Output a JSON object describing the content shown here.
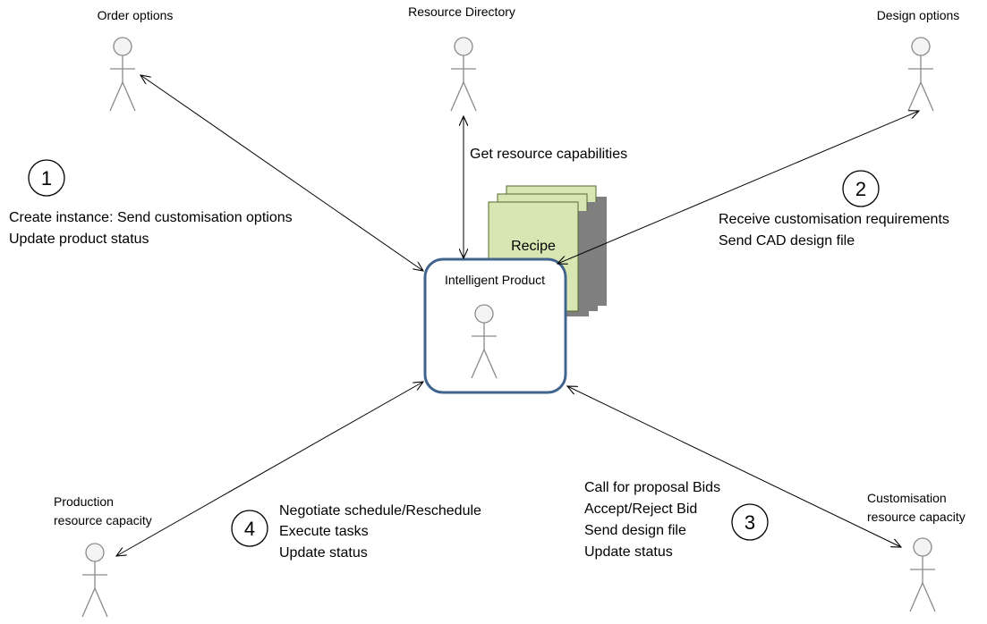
{
  "actors": {
    "order_options": "Order options",
    "resource_directory": "Resource Directory",
    "design_options": "Design options",
    "production_line1": "Production",
    "production_line2": "resource capacity",
    "customisation_line1": "Customisation",
    "customisation_line2": "resource capacity",
    "intelligent_product": "Intelligent Product"
  },
  "recipe_label": "Recipe",
  "steps": {
    "step1": {
      "number": "1",
      "lines": [
        "Create instance: Send customisation options",
        "Update product status"
      ]
    },
    "step2": {
      "number": "2",
      "lines": [
        "Receive customisation requirements",
        "Send CAD design file"
      ]
    },
    "step3": {
      "number": "3",
      "lines": [
        "Call for proposal Bids",
        "Accept/Reject Bid",
        "Send design file",
        "Update status"
      ]
    },
    "step4": {
      "number": "4",
      "lines": [
        "Negotiate schedule/Reschedule",
        "Execute tasks",
        "Update status"
      ]
    },
    "resource_query": "Get resource capabilities"
  },
  "colors": {
    "product_border": "#41648f",
    "recipe_fill": "#d7e6b3",
    "recipe_shadow": "#7f7f7f",
    "actor_stroke": "#8a8a8a"
  }
}
